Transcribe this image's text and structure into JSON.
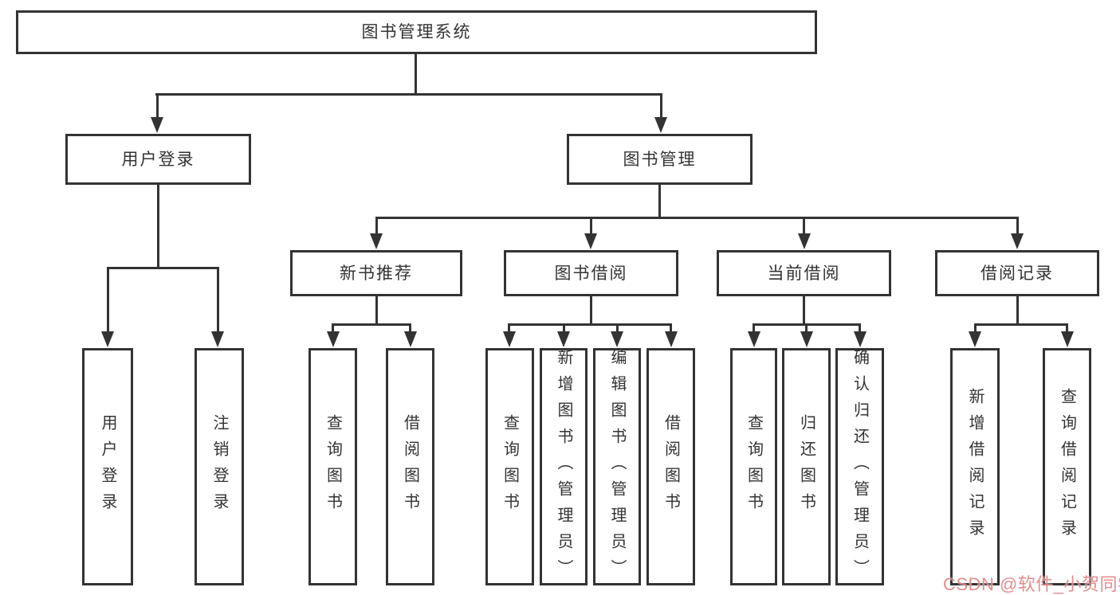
{
  "diagram": {
    "line_color": "#333333",
    "text_color": "#333333",
    "background_color": "#ffffff",
    "nodes": {
      "root": {
        "label": "图书管理系统"
      },
      "user_login": {
        "label": "用户登录"
      },
      "book_mgmt": {
        "label": "图书管理"
      },
      "new_book_rec": {
        "label": "新书推荐"
      },
      "book_borrow": {
        "label": "图书借阅"
      },
      "current_borrow": {
        "label": "当前借阅"
      },
      "borrow_record": {
        "label": "借阅记录"
      },
      "leaf_user_login": {
        "label": "用户登录"
      },
      "leaf_logout": {
        "label": "注销登录"
      },
      "leaf_query_book_1": {
        "label": "查询图书"
      },
      "leaf_borrow_book_1": {
        "label": "借阅图书"
      },
      "leaf_query_book_2": {
        "label": "查询图书"
      },
      "leaf_add_book": {
        "label": "新增图书（管理员）"
      },
      "leaf_edit_book": {
        "label": "编辑图书（管理员）"
      },
      "leaf_borrow_book_2": {
        "label": "借阅图书"
      },
      "leaf_query_book_3": {
        "label": "查询图书"
      },
      "leaf_return_book": {
        "label": "归还图书"
      },
      "leaf_confirm_return": {
        "label": "确认归还（管理员）"
      },
      "leaf_add_record": {
        "label": "新增借阅记录"
      },
      "leaf_query_record": {
        "label": "查询借阅记录"
      }
    }
  },
  "watermark": {
    "text": "CSDN @软件_小贺同学",
    "color": "#e07878"
  }
}
